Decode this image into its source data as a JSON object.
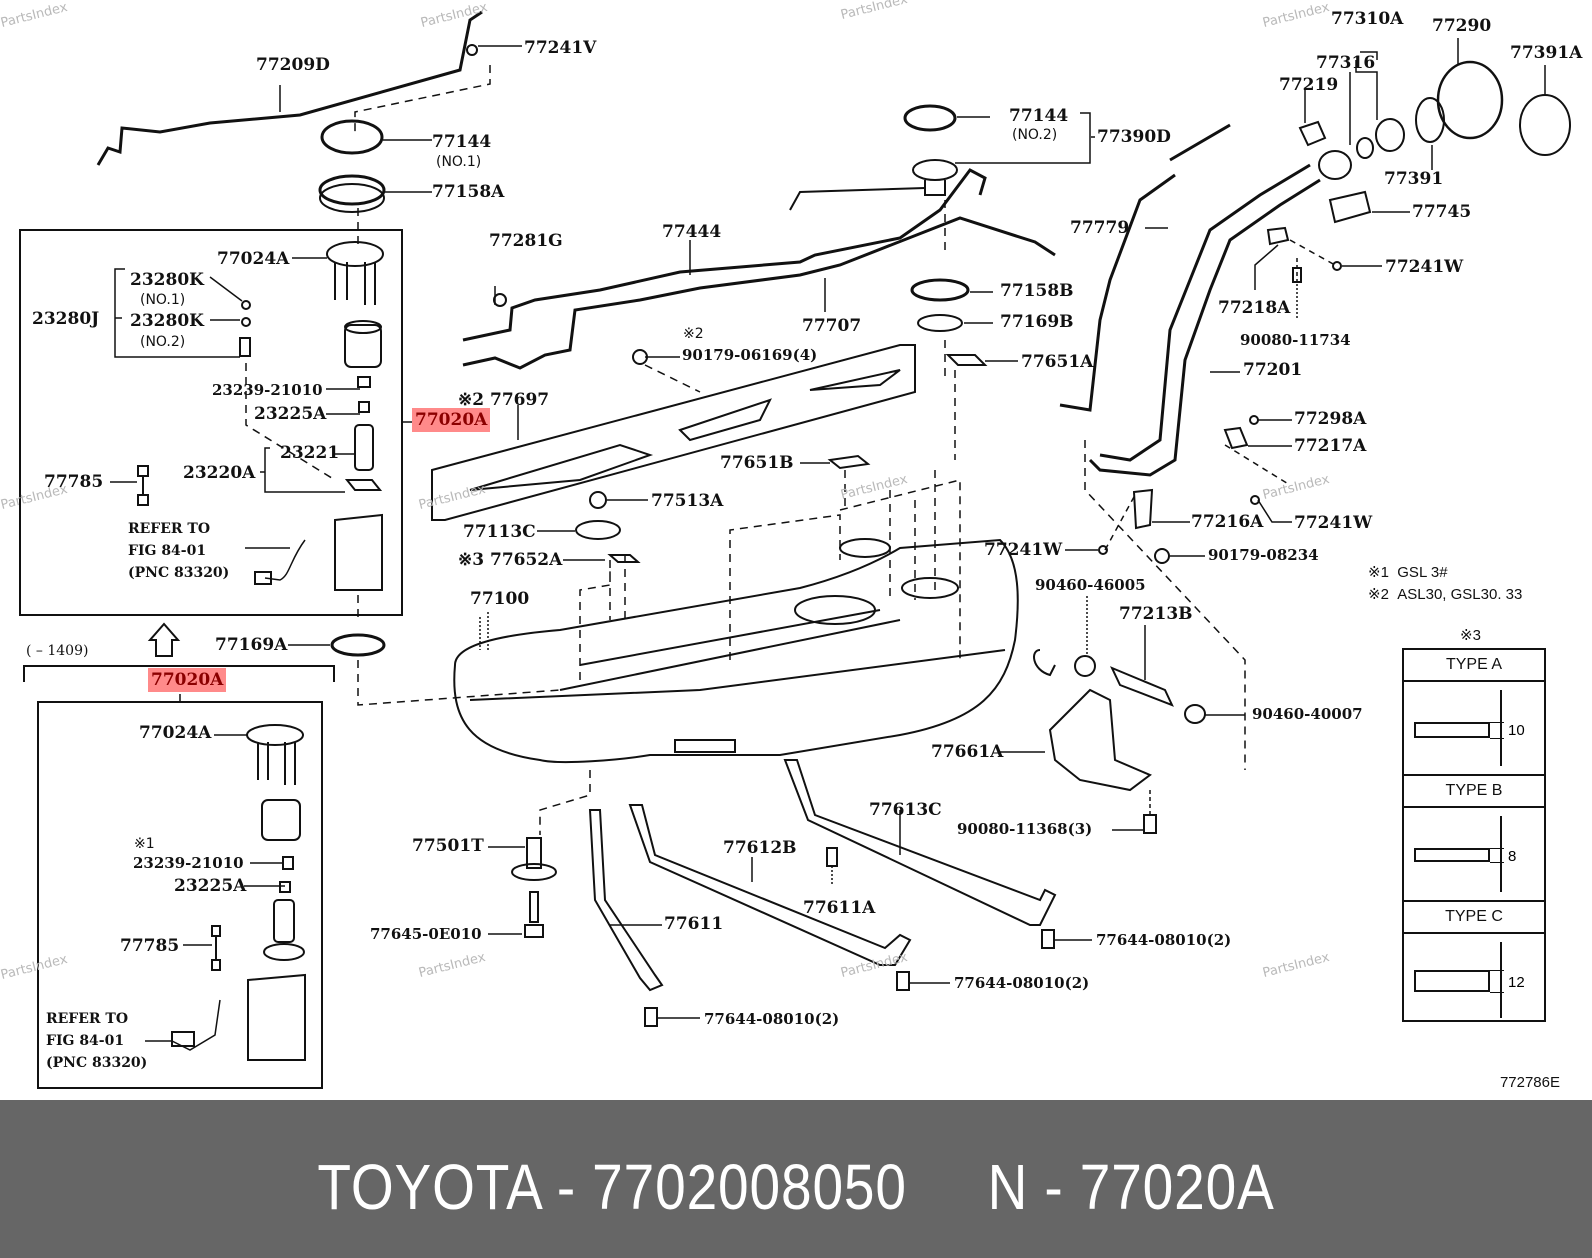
{
  "diagram": {
    "highlight_color": "#ff8a8a",
    "code": "772786E",
    "labels": {
      "p77209D": "77209D",
      "p77241V": "77241V",
      "p77144_1": "77144",
      "p77144_1_sub": "(NO.1)",
      "p77158A": "77158A",
      "p77024A_top": "77024A",
      "p23280K_1": "23280K",
      "p23280K_1_sub": "(NO.1)",
      "p23280J": "23280J",
      "p23280K_2": "23280K",
      "p23280K_2_sub": "(NO.2)",
      "p23239_top": "23239-21010",
      "p23225A_top": "23225A",
      "p23221": "23221",
      "p23220A": "23220A",
      "p77785_top": "77785",
      "p77020A_top": "77020A",
      "p77169A": "77169A",
      "range_note": "(    – 1409)",
      "p77020A_bottom": "77020A",
      "p77024A_bottom": "77024A",
      "note1_mark": "※1",
      "p23239_bottom": "23239-21010",
      "p23225A_bottom": "23225A",
      "p77785_bottom": "77785",
      "p77281G": "77281G",
      "p77444": "77444",
      "p77707": "77707",
      "p90179_06169_mark": "※2",
      "p90179_06169": "90179-06169(4)",
      "p77697": "※2 77697",
      "p77144_2": "77144",
      "p77144_2_sub": "(NO.2)",
      "p77390D": "77390D",
      "p77158B": "77158B",
      "p77169B": "77169B",
      "p77651A": "77651A",
      "p77651B": "77651B",
      "p77513A": "77513A",
      "p77113C": "77113C",
      "p77652A": "※3 77652A",
      "p77100": "77100",
      "p77310A": "77310A",
      "p77290": "77290",
      "p77391A": "77391A",
      "p77316": "77316",
      "p77219": "77219",
      "p77391": "77391",
      "p77745": "77745",
      "p77779": "77779",
      "p77241W_1": "77241W",
      "p77218A": "77218A",
      "p90080_11734": "90080-11734",
      "p77201": "77201",
      "p77298A": "77298A",
      "p77217A": "77217A",
      "p77216A": "77216A",
      "p77241W_2": "77241W",
      "p77241W_3": "77241W",
      "p90179_08234": "90179-08234",
      "p90460_46005": "90460-46005",
      "p77213B": "77213B",
      "p90460_40007": "90460-40007",
      "p77661A": "77661A",
      "p90080_11368": "90080-11368(3)",
      "p77501T": "77501T",
      "p77645": "77645-0E010",
      "p77611": "77611",
      "p77612B": "77612B",
      "p77611A": "77611A",
      "p77613C": "77613C",
      "p77644_a": "77644-08010(2)",
      "p77644_b": "77644-08010(2)",
      "p77644_c": "77644-08010(2)"
    },
    "refer_top": "REFER TO\nFIG 84-01\n(PNC 83320)",
    "refer_bottom": "REFER TO\nFIG 84-01\n(PNC 83320)",
    "notes": [
      {
        "mark": "※1",
        "text": "GSL 3#"
      },
      {
        "mark": "※2",
        "text": "ASL30, GSL30. 33"
      }
    ],
    "type_table": {
      "mark": "※3",
      "rows": [
        {
          "label": "TYPE  A",
          "dimension": "10"
        },
        {
          "label": "TYPE  B",
          "dimension": "8"
        },
        {
          "label": "TYPE  C",
          "dimension": "12"
        }
      ]
    },
    "watermark": "PartsIndex"
  },
  "footer": {
    "title": "TOYOTA - 7702008050     N - 77020A"
  }
}
